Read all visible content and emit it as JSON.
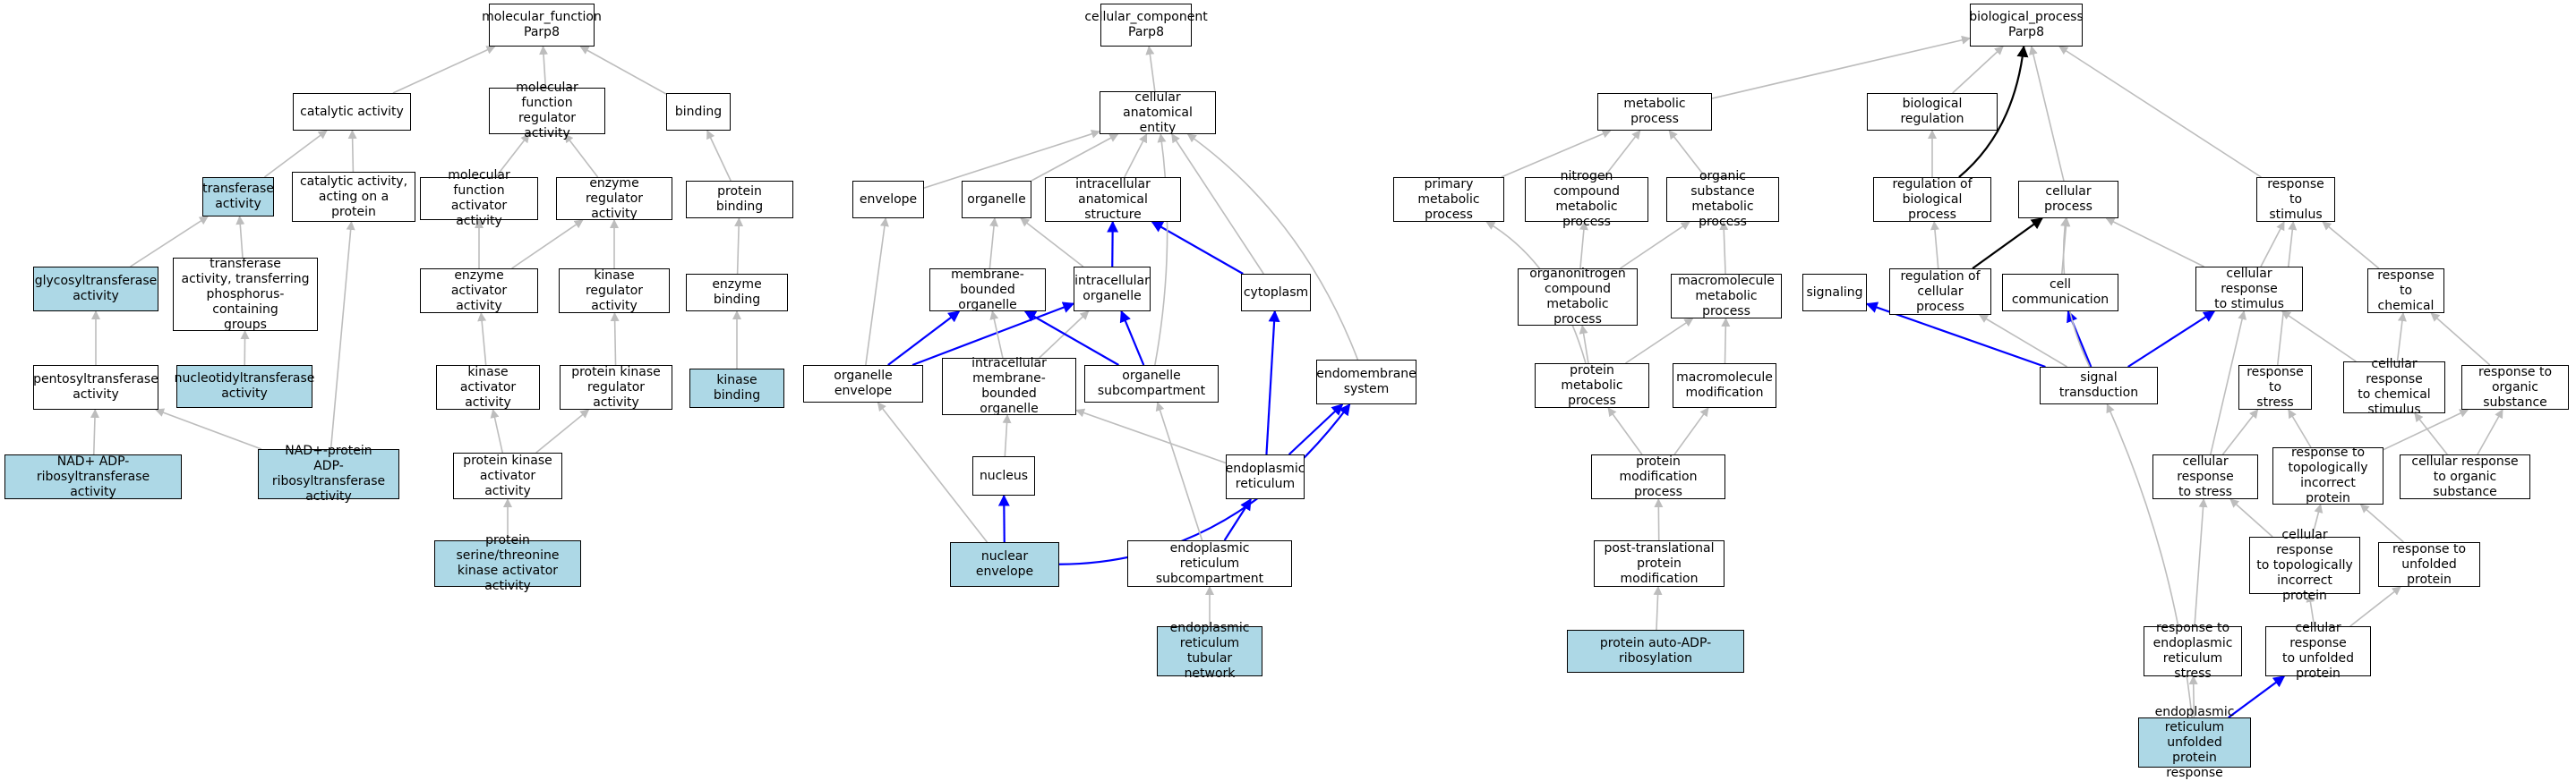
{
  "colors": {
    "highlight_fill": "#add8e6",
    "gray_edge": "#bdbdbd",
    "blue_edge": "#0000ff",
    "black_edge": "#000000"
  },
  "nodes": {
    "mf_root": "molecular_function\nParp8",
    "catalytic": "catalytic activity",
    "mf_regulator": "molecular function\nregulator activity",
    "binding": "binding",
    "transferase": "transferase\nactivity",
    "cat_protein": "catalytic activity,\nacting on a\nprotein",
    "mf_activator": "molecular function\nactivator activity",
    "enzyme_regulator": "enzyme regulator\nactivity",
    "protein_binding": "protein binding",
    "glycosyl": "glycosyltransferase\nactivity",
    "transferase_phos": "transferase\nactivity, transferring\nphosphorus-containing\ngroups",
    "enzyme_activator": "enzyme activator\nactivity",
    "kinase_regulator": "kinase regulator\nactivity",
    "enzyme_binding": "enzyme binding",
    "pentosyl": "pentosyltransferase\nactivity",
    "nucleotidyl": "nucleotidyltransferase\nactivity",
    "kinase_activator": "kinase activator\nactivity",
    "pk_regulator": "protein kinase\nregulator activity",
    "kinase_binding": "kinase binding",
    "nad_adp": "NAD+ ADP-ribosyltransferase\nactivity",
    "nad_protein": "NAD+-protein\nADP-ribosyltransferase\nactivity",
    "pk_activator": "protein kinase\nactivator activity",
    "pst_kinase": "protein serine/threonine\nkinase activator\nactivity",
    "cc_root": "cellular_component\nParp8",
    "cae": "cellular anatomical\nentity",
    "envelope": "envelope",
    "organelle": "organelle",
    "ias": "intracellular\nanatomical structure",
    "mbo": "membrane-bounded\norganelle",
    "io": "intracellular\norganelle",
    "cytoplasm": "cytoplasm",
    "org_env": "organelle envelope",
    "imbo": "intracellular\nmembrane-bounded\norganelle",
    "org_sub": "organelle subcompartment",
    "endomembrane": "endomembrane\nsystem",
    "nucleus": "nucleus",
    "er": "endoplasmic\nreticulum",
    "nuc_env": "nuclear envelope",
    "er_sub": "endoplasmic\nreticulum subcompartment",
    "er_tub": "endoplasmic\nreticulum tubular\nnetwork",
    "bp_root": "biological_process\nParp8",
    "metabolic": "metabolic process",
    "bio_reg": "biological regulation",
    "primary_met": "primary metabolic\nprocess",
    "nitrogen": "nitrogen compound\nmetabolic process",
    "organic_sub": "organic substance\nmetabolic process",
    "reg_bio": "regulation of\nbiological process",
    "cellular_proc": "cellular process",
    "resp_stim": "response to\nstimulus",
    "organonitrogen": "organonitrogen\ncompound metabolic\nprocess",
    "macro_met": "macromolecule\nmetabolic process",
    "signaling": "signaling",
    "reg_cell": "regulation of\ncellular process",
    "cell_comm": "cell communication",
    "cell_resp_stim": "cellular response\nto stimulus",
    "resp_chem": "response to\nchemical",
    "prot_met": "protein metabolic\nprocess",
    "macro_mod": "macromolecule\nmodification",
    "sig_trans": "signal transduction",
    "resp_stress": "response to\nstress",
    "crcs": "cellular response\nto chemical\nstimulus",
    "resp_org": "response to\norganic substance",
    "prot_mod": "protein modification\nprocess",
    "cr_stress": "cellular response\nto stress",
    "r_topo": "response to\ntopologically\nincorrect protein",
    "cr_org": "cellular response\nto organic substance",
    "ptm": "post-translational\nprotein modification",
    "cr_topo": "cellular response\nto topologically\nincorrect protein",
    "r_unf": "response to\nunfolded protein",
    "auto_adp": "protein auto-ADP-ribosylation",
    "r_er_stress": "response to\nendoplasmic\nreticulum stress",
    "cr_unf": "cellular response\nto unfolded\nprotein",
    "er_upr": "endoplasmic\nreticulum unfolded\nprotein response"
  }
}
